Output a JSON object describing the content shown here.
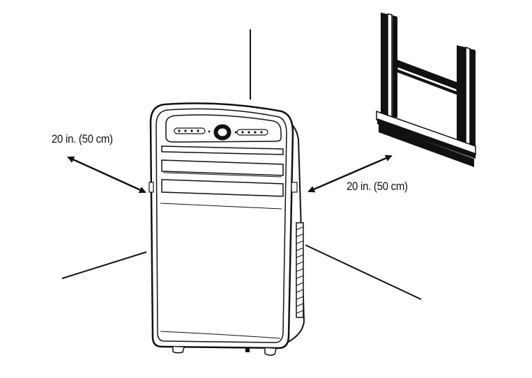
{
  "diagram": {
    "clearance_left_label": "20 in. (50 cm)",
    "clearance_right_label": "20 in. (50 cm)",
    "colors": {
      "line": "#111111",
      "background": "#ffffff",
      "panel_dark": "#111111"
    },
    "icons": [
      "portable-air-conditioner",
      "window-frame",
      "double-headed-arrow"
    ]
  }
}
